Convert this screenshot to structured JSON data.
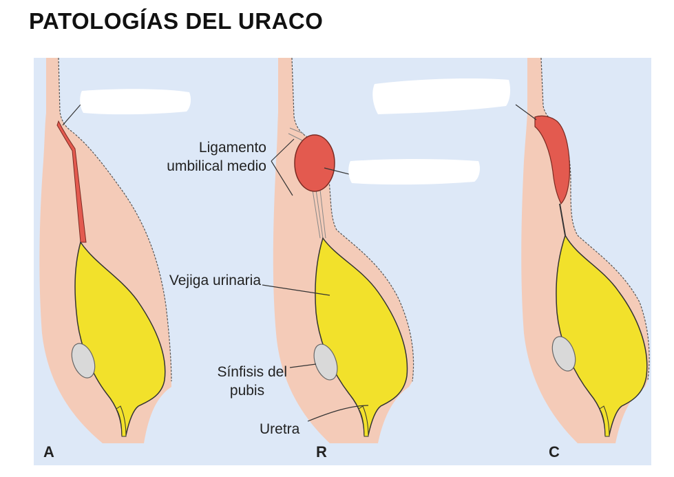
{
  "title": "PATOLOGÍAS DEL URACO",
  "labels": {
    "ligament_line1": "Ligamento",
    "ligament_line2": "umbilical medio",
    "bladder": "Vejiga urinaria",
    "symphysis_line1": "Sínfisis del",
    "symphysis_line2": "pubis",
    "urethra": "Uretra"
  },
  "panels": {
    "a": "A",
    "b": "R",
    "c": "C"
  },
  "colors": {
    "background": "#dde8f7",
    "tissue": "#f4cbb8",
    "bladder": "#f2e12b",
    "urachus": "#e35a4f",
    "bone": "#d9d9d9",
    "label_text": "#222222"
  }
}
